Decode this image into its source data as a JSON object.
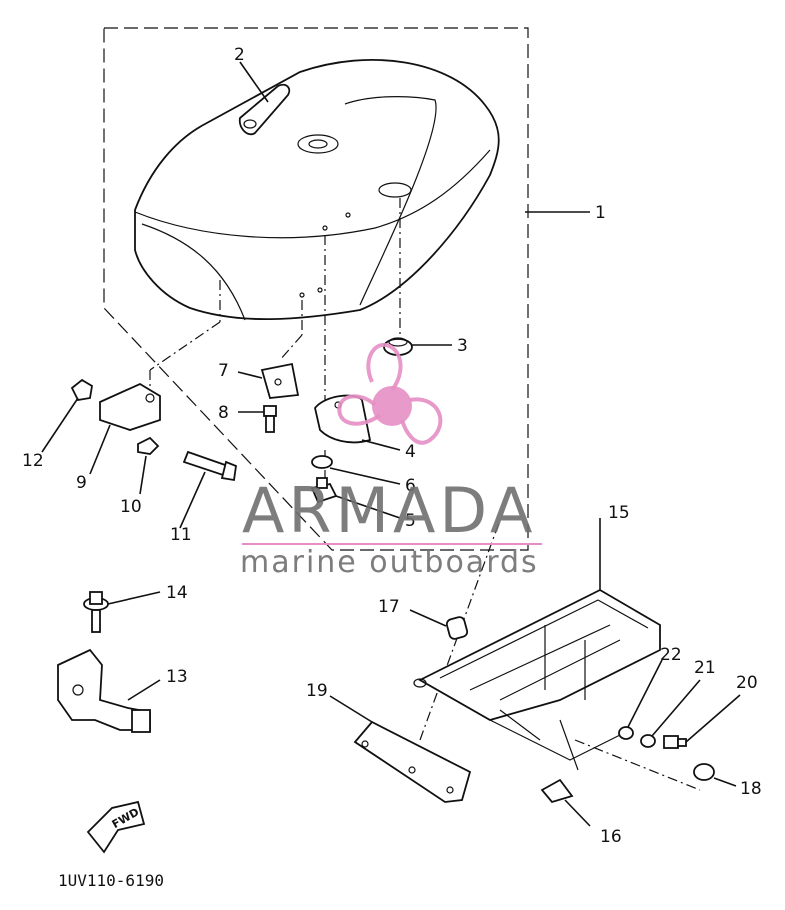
{
  "diagram": {
    "callouts": {
      "p1": "1",
      "p2": "2",
      "p3": "3",
      "p4": "4",
      "p5": "5",
      "p6": "6",
      "p7": "7",
      "p8": "8",
      "p9": "9",
      "p10": "10",
      "p11": "11",
      "p12": "12",
      "p13": "13",
      "p14": "14",
      "p15": "15",
      "p16": "16",
      "p17": "17",
      "p18": "18",
      "p19": "19",
      "p20": "20",
      "p21": "21",
      "p22": "22"
    },
    "direction_label": "FWD",
    "drawing_code": "1UV110-6190"
  },
  "watermark": {
    "brand": "ARMADA",
    "tagline": "marine outboards",
    "colors": {
      "logo_pink": "#e58fc4",
      "logo_text": "#6f6f6f"
    }
  },
  "colors": {
    "ink": "#111111",
    "background": "#ffffff"
  }
}
